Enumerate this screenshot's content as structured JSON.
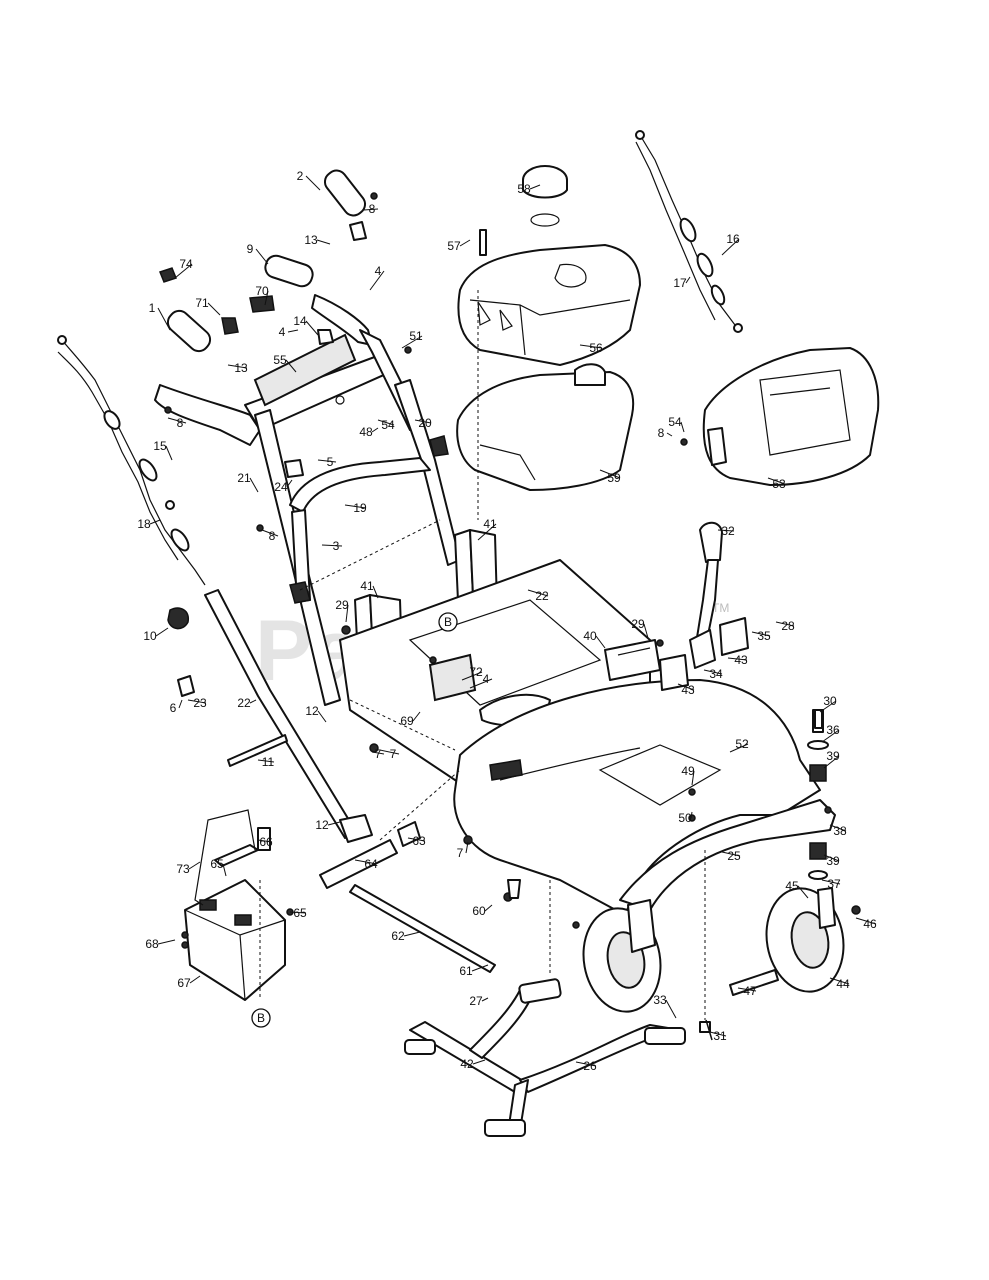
{
  "watermark": {
    "text": "PartsTree",
    "tm": "TM"
  },
  "callouts": [
    {
      "n": "1"
    },
    {
      "n": "2"
    },
    {
      "n": "3"
    },
    {
      "n": "4"
    },
    {
      "n": "4"
    },
    {
      "n": "4"
    },
    {
      "n": "5"
    },
    {
      "n": "6"
    },
    {
      "n": "7"
    },
    {
      "n": "7"
    },
    {
      "n": "7"
    },
    {
      "n": "8"
    },
    {
      "n": "8"
    },
    {
      "n": "8"
    },
    {
      "n": "8"
    },
    {
      "n": "9"
    },
    {
      "n": "10"
    },
    {
      "n": "11"
    },
    {
      "n": "12"
    },
    {
      "n": "12"
    },
    {
      "n": "13"
    },
    {
      "n": "13"
    },
    {
      "n": "14"
    },
    {
      "n": "15"
    },
    {
      "n": "16"
    },
    {
      "n": "17"
    },
    {
      "n": "18"
    },
    {
      "n": "19"
    },
    {
      "n": "20"
    },
    {
      "n": "21"
    },
    {
      "n": "22"
    },
    {
      "n": "22"
    },
    {
      "n": "23"
    },
    {
      "n": "24"
    },
    {
      "n": "25"
    },
    {
      "n": "26"
    },
    {
      "n": "27"
    },
    {
      "n": "28"
    },
    {
      "n": "29"
    },
    {
      "n": "29"
    },
    {
      "n": "30"
    },
    {
      "n": "31"
    },
    {
      "n": "32"
    },
    {
      "n": "33"
    },
    {
      "n": "34"
    },
    {
      "n": "35"
    },
    {
      "n": "36"
    },
    {
      "n": "37"
    },
    {
      "n": "38"
    },
    {
      "n": "39"
    },
    {
      "n": "39"
    },
    {
      "n": "40"
    },
    {
      "n": "41"
    },
    {
      "n": "41"
    },
    {
      "n": "42"
    },
    {
      "n": "43"
    },
    {
      "n": "43"
    },
    {
      "n": "44"
    },
    {
      "n": "45"
    },
    {
      "n": "46"
    },
    {
      "n": "47"
    },
    {
      "n": "48"
    },
    {
      "n": "49"
    },
    {
      "n": "50"
    },
    {
      "n": "51"
    },
    {
      "n": "52"
    },
    {
      "n": "53"
    },
    {
      "n": "54"
    },
    {
      "n": "54"
    },
    {
      "n": "55"
    },
    {
      "n": "56"
    },
    {
      "n": "57"
    },
    {
      "n": "58"
    },
    {
      "n": "59"
    },
    {
      "n": "60"
    },
    {
      "n": "61"
    },
    {
      "n": "62"
    },
    {
      "n": "63"
    },
    {
      "n": "64"
    },
    {
      "n": "65"
    },
    {
      "n": "65"
    },
    {
      "n": "66"
    },
    {
      "n": "67"
    },
    {
      "n": "68"
    },
    {
      "n": "69"
    },
    {
      "n": "70"
    },
    {
      "n": "71"
    },
    {
      "n": "72"
    },
    {
      "n": "73"
    },
    {
      "n": "74"
    }
  ],
  "ref_markers": [
    {
      "label": "B"
    },
    {
      "label": "B"
    }
  ]
}
